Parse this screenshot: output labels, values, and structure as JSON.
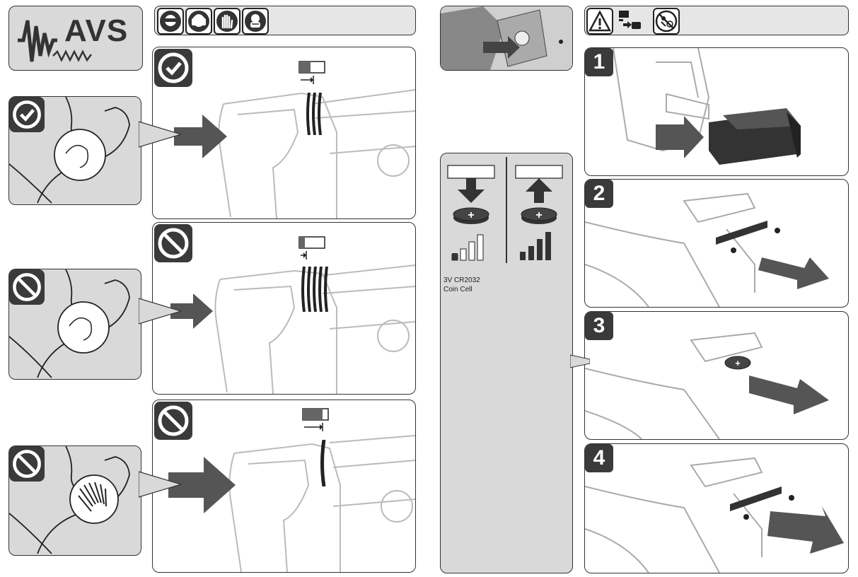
{
  "left_page": {
    "logo": {
      "text": "AVS",
      "icon": "vibration-wave-icon"
    },
    "ppe_icons": [
      "safety-glasses-icon",
      "ear-protection-icon",
      "gloves-icon",
      "dust-mask-icon"
    ],
    "rows": [
      {
        "state": "correct",
        "badge_icon": "check-icon",
        "arm_icon": "relaxed-arm-icon",
        "indicator_fill": 0.45
      },
      {
        "state": "incorrect",
        "badge_icon": "prohibited-icon",
        "arm_icon": "relaxed-arm-icon",
        "indicator_fill": 0.2
      },
      {
        "state": "incorrect",
        "badge_icon": "prohibited-icon",
        "arm_icon": "vibrating-arm-icon",
        "indicator_fill": 0.8
      }
    ]
  },
  "right_page": {
    "header_icons": [
      "warning-triangle-icon",
      "remove-battery-icon",
      "keep-from-children-icon"
    ],
    "battery_box": {
      "insert_icon": "insert-coin-cell-icon",
      "remove_icon": "remove-coin-cell-icon",
      "text": "3V CR2032\nCoin Cell",
      "line1": "3V CR2032",
      "line2": "Coin Cell"
    },
    "steps": [
      {
        "number": "1"
      },
      {
        "number": "2"
      },
      {
        "number": "3"
      },
      {
        "number": "4"
      }
    ]
  }
}
